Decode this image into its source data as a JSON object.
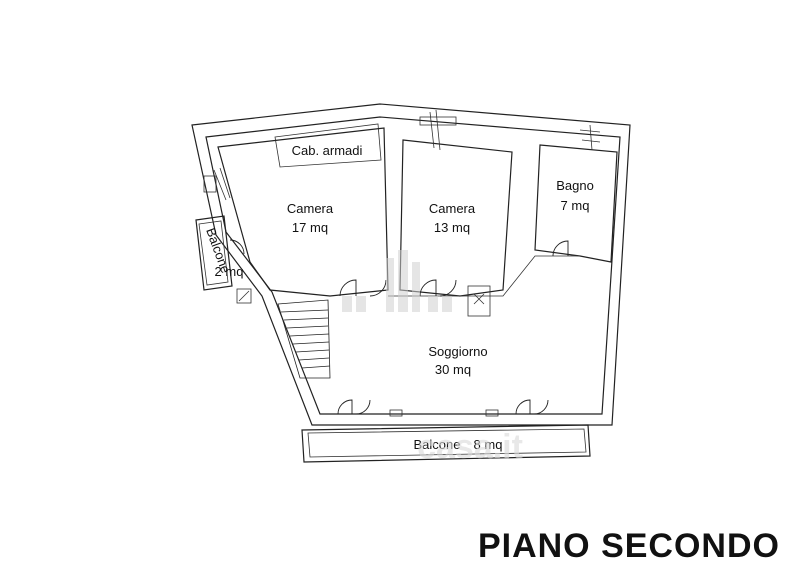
{
  "floor_title": "PIANO SECONDO",
  "rooms": {
    "cabina_armadi": "Cab. armadi",
    "camera_1_name": "Camera",
    "camera_1_area": "17 mq",
    "camera_2_name": "Camera",
    "camera_2_area": "13 mq",
    "bagno_name": "Bagno",
    "bagno_area": "7 mq",
    "balcone_small_name": "Balcone",
    "balcone_small_area": "2 mq",
    "soggiorno_name": "Soggiorno",
    "soggiorno_area": "30 mq",
    "balcone_large_name": "Balcone",
    "balcone_large_area": "8 mq"
  },
  "watermark": {
    "brand": "casa.it"
  }
}
